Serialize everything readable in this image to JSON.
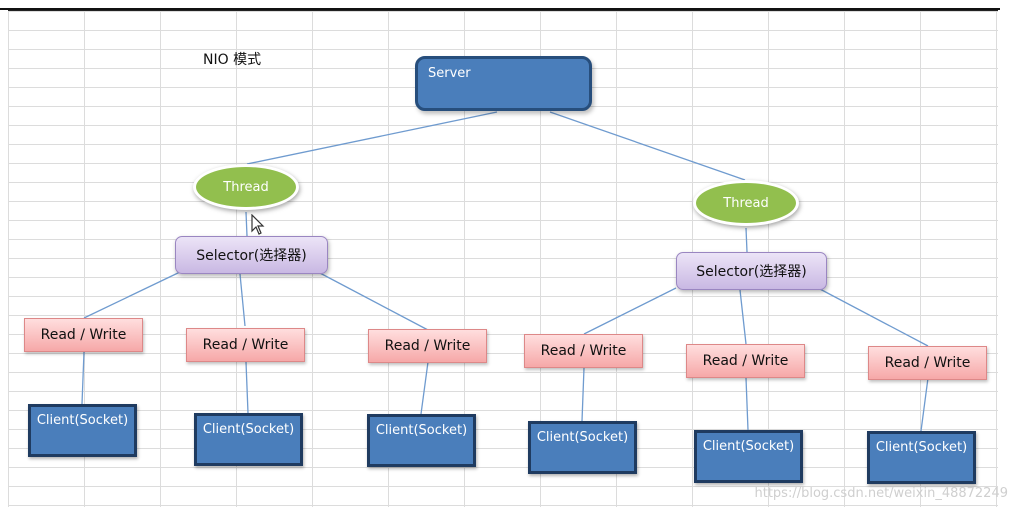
{
  "title": "NIO 模式",
  "server": {
    "label": "Server"
  },
  "threads": [
    {
      "label": "Thread"
    },
    {
      "label": "Thread"
    }
  ],
  "selectors": [
    {
      "label": "Selector(选择器)"
    },
    {
      "label": "Selector(选择器)"
    }
  ],
  "read_write": [
    {
      "label": "Read / Write"
    },
    {
      "label": "Read / Write"
    },
    {
      "label": "Read / Write"
    },
    {
      "label": "Read / Write"
    },
    {
      "label": "Read / Write"
    },
    {
      "label": "Read / Write"
    }
  ],
  "clients": [
    {
      "label": "Client(Socket)"
    },
    {
      "label": "Client(Socket)"
    },
    {
      "label": "Client(Socket)"
    },
    {
      "label": "Client(Socket)"
    },
    {
      "label": "Client(Socket)"
    },
    {
      "label": "Client(Socket)"
    }
  ],
  "watermark": "https://blog.csdn.net/weixin_48872249",
  "colors": {
    "server_fill": "#4a7ebb",
    "thread_fill": "#92bf4e",
    "selector_fill": "#c9b8e3",
    "read_write_fill": "#f6a8a8",
    "client_fill": "#4a7ebb",
    "connector": "#6f9bcf"
  },
  "icons": {
    "pointer": "mouse-cursor-icon"
  }
}
